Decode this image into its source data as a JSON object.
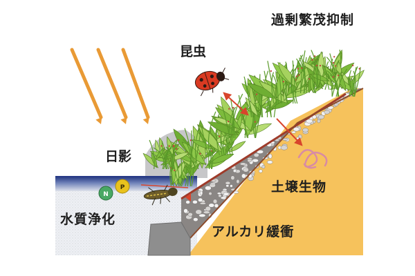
{
  "labels": {
    "overgrowth": "過剰繁茂抑制",
    "insects": "昆虫",
    "shade": "日影",
    "soil_organisms": "土壌生物",
    "water_purification": "水質浄化",
    "alkali_buffer": "アルカリ緩衝"
  },
  "nutrients": {
    "nitrogen": "N",
    "phosphorus": "P"
  },
  "colors": {
    "sun_ray": "#e99a35",
    "soil": "#f6c25c",
    "water_top": "#1c2f7a",
    "water_bottom": "#dde1ea",
    "gravel_fill": "#8a8684",
    "concrete": "#8e8e8e",
    "shadow": "#c7c7c9",
    "arrow_red": "#d8452c",
    "leaf": "#8fc94a",
    "nitrogen_ball": "#49a864",
    "phosphorus_ball": "#e9c21d"
  },
  "icons": [
    "sun-rays-icon",
    "ladybug-icon",
    "dragonfly-larva-icon",
    "earthworm-icon",
    "plant-icon"
  ]
}
